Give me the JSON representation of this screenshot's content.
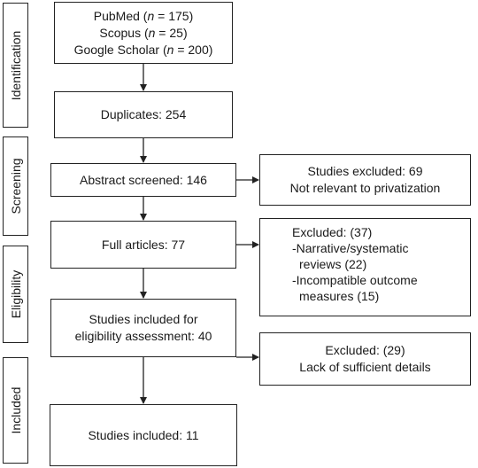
{
  "stages": {
    "identification": "Identification",
    "screening": "Screening",
    "eligibility": "Eligibility",
    "included": "Included"
  },
  "boxes": {
    "sources": {
      "pubmed": {
        "prefix": "PubMed (",
        "n": "n",
        "rest": " = 175)"
      },
      "scopus": {
        "prefix": "Scopus (",
        "n": "n",
        "rest": " = 25)"
      },
      "scholar": {
        "prefix": "Google Scholar (",
        "n": "n",
        "rest": " = 200)"
      }
    },
    "duplicates": "Duplicates: 254",
    "abstract": "Abstract screened: 146",
    "full_articles": "Full articles: 77",
    "eligibility_line1": "Studies included for",
    "eligibility_line2": "eligibility assessment: 40",
    "included": "Studies included: 11",
    "excluded1_line1": "Studies excluded: 69",
    "excluded1_line2": "Not relevant to privatization",
    "excluded2_title": "Excluded: (37)",
    "excluded2_line1": "-Narrative/systematic",
    "excluded2_line2": "reviews (22)",
    "excluded2_line3": "-Incompatible outcome",
    "excluded2_line4": "measures (15)",
    "excluded3_line1": "Excluded: (29)",
    "excluded3_line2": "Lack of sufficient details"
  }
}
